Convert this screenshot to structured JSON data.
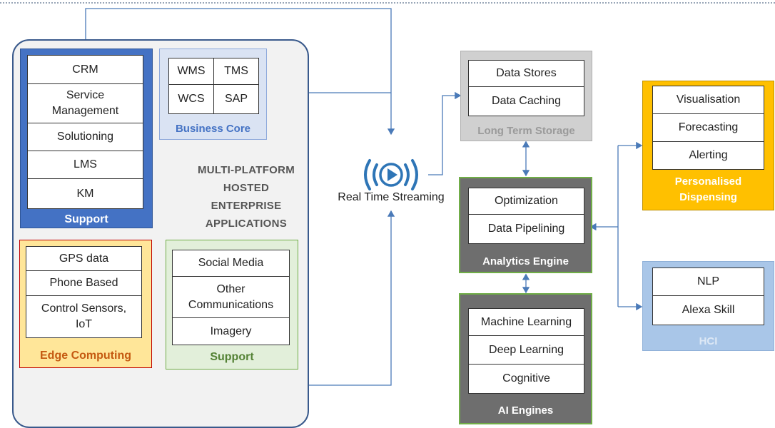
{
  "platform": {
    "label_lines": [
      "MULTI-PLATFORM",
      "HOSTED",
      "ENTERPRISE",
      "APPLICATIONS"
    ]
  },
  "support_top": {
    "items": [
      "CRM",
      "Service Management",
      "Solutioning",
      "LMS",
      "KM"
    ],
    "caption": "Support"
  },
  "business_core": {
    "items": [
      "WMS",
      "TMS",
      "WCS",
      "SAP"
    ],
    "caption": "Business Core"
  },
  "edge": {
    "items": [
      "GPS data",
      "Phone Based",
      "Control Sensors, IoT"
    ],
    "caption": "Edge Computing"
  },
  "support_bottom": {
    "items": [
      "Social Media",
      "Other Communications",
      "Imagery"
    ],
    "caption": "Support"
  },
  "streaming": {
    "label": "Real Time Streaming",
    "icon": "broadcast-play-icon"
  },
  "storage": {
    "items": [
      "Data Stores",
      "Data Caching"
    ],
    "caption": "Long Term Storage"
  },
  "analytics": {
    "items": [
      "Optimization",
      "Data Pipelining"
    ],
    "caption": "Analytics Engine"
  },
  "ai": {
    "items": [
      "Machine Learning",
      "Deep Learning",
      "Cognitive"
    ],
    "caption": "AI Engines"
  },
  "dispensing": {
    "items": [
      "Visualisation",
      "Forecasting",
      "Alerting"
    ],
    "caption": "Personalised Dispensing"
  },
  "hci": {
    "items": [
      "NLP",
      "Alexa Skill"
    ],
    "caption": "HCI"
  },
  "colors": {
    "support_blue": "#4472c4",
    "business_light_blue": "#dae3f3",
    "edge_yellow": "#ffe699",
    "edge_border": "#c00000",
    "support_green": "#e2efda",
    "storage_gray": "#d0d0d0",
    "engine_dark": "#6e6e6e",
    "dispensing_gold": "#ffc000",
    "hci_blue": "#a9c6e8",
    "connector": "#4a7ab8"
  }
}
